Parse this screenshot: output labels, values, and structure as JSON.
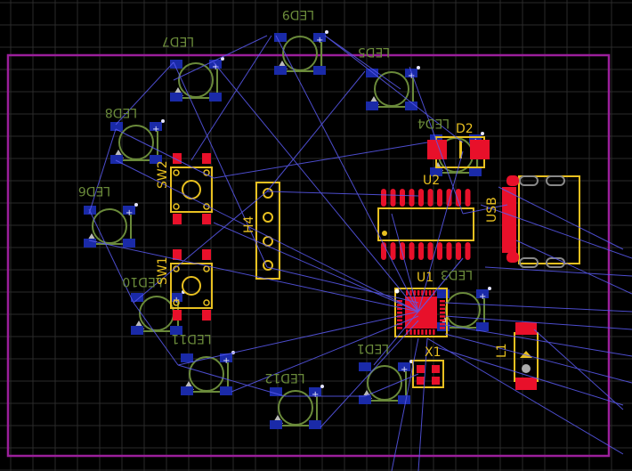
{
  "board": {
    "title": "PCB layout editor",
    "colors": {
      "background": "#000000",
      "grid": "#2a2a2a",
      "outline": "#9b1f9b",
      "silk_green": "#6a8a3a",
      "silk_yellow": "#e8c020",
      "copper_red": "#e8102a",
      "ratsnest": "#5a5af0",
      "pad_blue": "#1a2aa8",
      "white_dot": "#e6e6ff"
    }
  },
  "labels": {
    "led9": "LED9",
    "led7": "LED7",
    "led5": "LED5",
    "led8": "LED8",
    "led6": "LED6",
    "led10": "LED10",
    "led11": "LED11",
    "led12": "LED12",
    "led1": "LED1",
    "led3": "LED3",
    "led4": "LED4",
    "d2": "D2",
    "u2": "U2",
    "usb": "USB",
    "sw2": "SW2",
    "sw1": "SW1",
    "h4": "H4",
    "u1": "U1",
    "x1": "X1",
    "l1": "L1"
  }
}
